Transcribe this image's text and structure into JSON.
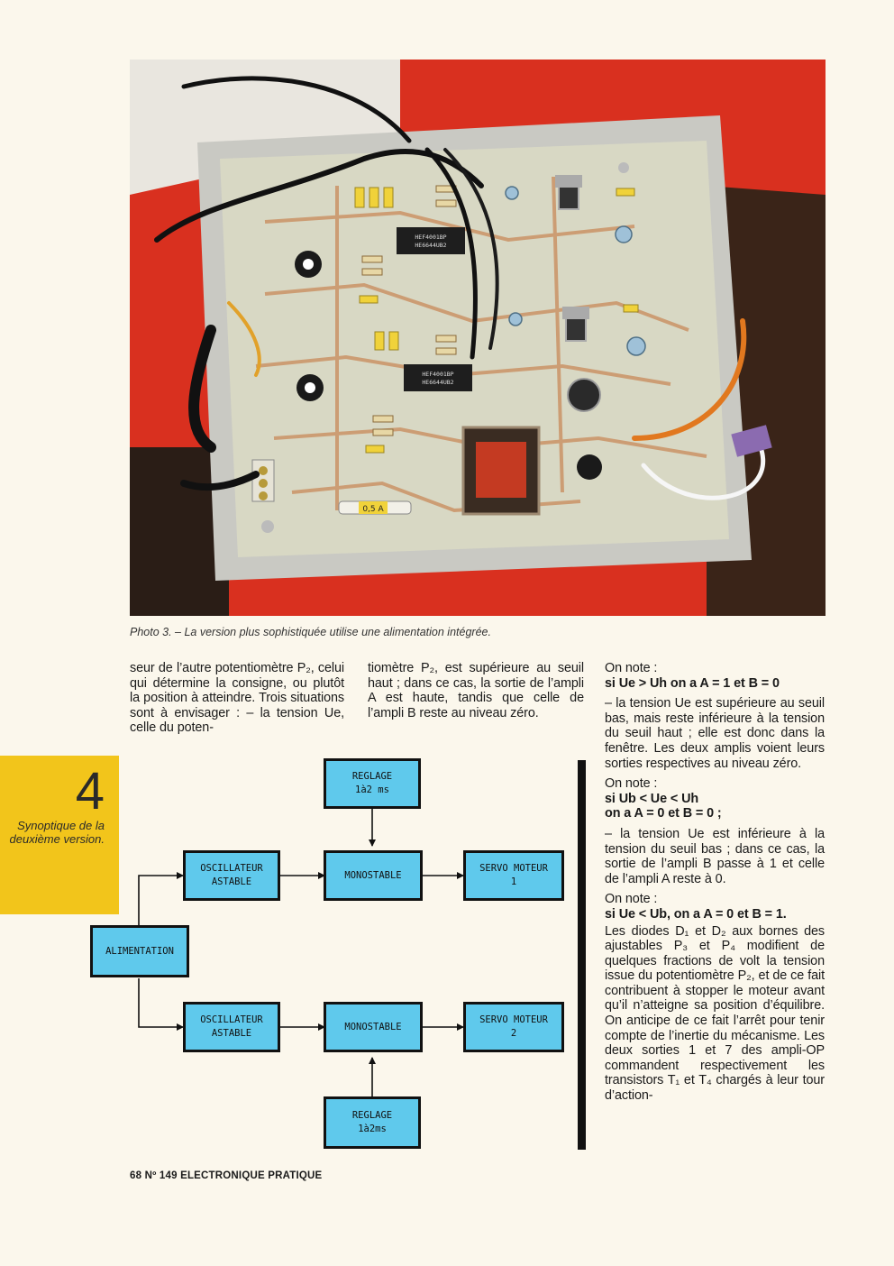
{
  "photo": {
    "caption": "Photo 3. – La version plus sophistiquée utilise une alimentation intégrée.",
    "board_labels": {
      "ic1": "HEF4001BP",
      "ic1b": "HE6644UB2",
      "ic2": "HEF4001BP",
      "ic2b": "HE6644UB2",
      "fuse": "0,5 A"
    }
  },
  "text": {
    "col1": "seur de l’autre potentiomètre P₂, celui qui détermine la consigne, ou plutôt la position à atteindre. Trois situations sont à envisager : – la tension Ue, celle du poten-",
    "col2": "tiomètre P₂, est supérieure au seuil haut ; dans ce cas, la sortie de l’ampli A est haute, tandis que celle de l’ampli B reste au niveau zéro.",
    "col3_note1": "On note :",
    "col3_cond1": "si Ue > Uh on a A = 1 et B = 0",
    "col3_p1": "– la tension Ue est supérieure au seuil bas, mais reste inférieure à la tension du seuil haut ; elle est donc dans la fenêtre. Les deux amplis voient leurs sorties respectives au niveau zéro.",
    "col3_note2": "On note :",
    "col3_cond2a": "si Ub < Ue < Uh",
    "col3_cond2b": "on a A = 0 et B = 0 ;",
    "col3_p2": "– la tension Ue est inférieure à la tension du seuil bas ; dans ce cas, la sortie de l’ampli B passe à 1 et celle de l’ampli A reste à 0.",
    "col3_note3": "On note :",
    "col3_cond3": "si Ue < Ub, on a A = 0 et B = 1.",
    "col3_p3": "Les diodes D₁ et D₂ aux bornes des ajustables P₃ et P₄ modifient de quelques fractions de volt la tension issue du potentiomètre P₂, et de ce fait contribuent à stopper le moteur avant qu’il n’atteigne sa position d’équilibre. On anticipe de ce fait l’arrêt pour tenir compte de l’inertie du mécanisme. Les deux sorties 1 et 7 des ampli-OP commandent respectivement les transistors T₁ et T₄ chargés à leur tour d’action-"
  },
  "figure": {
    "number": "4",
    "caption": "Synoptique de la deuxième version.",
    "blocks": {
      "reglage_top": "REGLAGE\n1à2 ms",
      "osc_top": "OSCILLATEUR\nASTABLE",
      "mono_top": "MONOSTABLE",
      "servo_top": "SERVO MOTEUR\n1",
      "alim": "ALIMENTATION",
      "osc_bot": "OSCILLATEUR\nASTABLE",
      "mono_bot": "MONOSTABLE",
      "servo_bot": "SERVO MOTEUR\n2",
      "reglage_bot": "REGLAGE\n1à2ms"
    }
  },
  "footer": "68 Nº 149 ELECTRONIQUE PRATIQUE",
  "colors": {
    "page": "#fbf7ec",
    "block_fill": "#5fc9ec",
    "figure_tag": "#f2c51b",
    "photo_background": "#d9301f",
    "pcb": "#d8d8c4"
  }
}
